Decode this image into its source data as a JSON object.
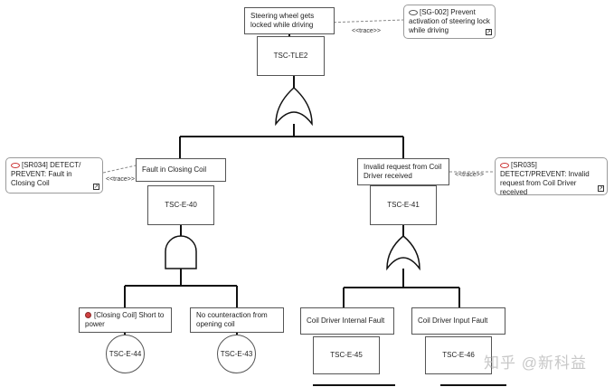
{
  "colors": {
    "line": "#111111",
    "border": "#555555",
    "requirement_tag": "#cc3333",
    "failure_dot": "#d04040",
    "watermark": "#c8c8c8"
  },
  "top_event": {
    "label": "Steering wheel gets locked while driving",
    "id": "TSC-TLE2"
  },
  "safety_goal": {
    "label": "[SG-002] Prevent activation of steering lock while driving"
  },
  "trace_label": "<<trace>>",
  "top_gate": {
    "type": "or-gate"
  },
  "left_branch": {
    "event": "Fault in Closing Coil",
    "id": "TSC-E-40",
    "gate": "and-gate",
    "requirement": "[SR034] DETECT/ PREVENT: Fault in Closing Coil",
    "children": [
      {
        "label": "[Closing Coil] Short to power",
        "id": "TSC-E-44",
        "failure_icon": "failure-mode-icon"
      },
      {
        "label": "No counteraction from opening coil",
        "id": "TSC-E-43"
      }
    ]
  },
  "right_branch": {
    "event": "Invalid request from Coil Driver received",
    "id": "TSC-E-41",
    "gate": "or-gate",
    "requirement": "[SR035] DETECT/PREVENT: Invalid request from Coil Driver received",
    "children": [
      {
        "label": "Coil Driver Internal Fault",
        "id": "TSC-E-45"
      },
      {
        "label": "Coil Driver Input Fault",
        "id": "TSC-E-46"
      }
    ]
  },
  "watermark": "知乎 @新科益"
}
